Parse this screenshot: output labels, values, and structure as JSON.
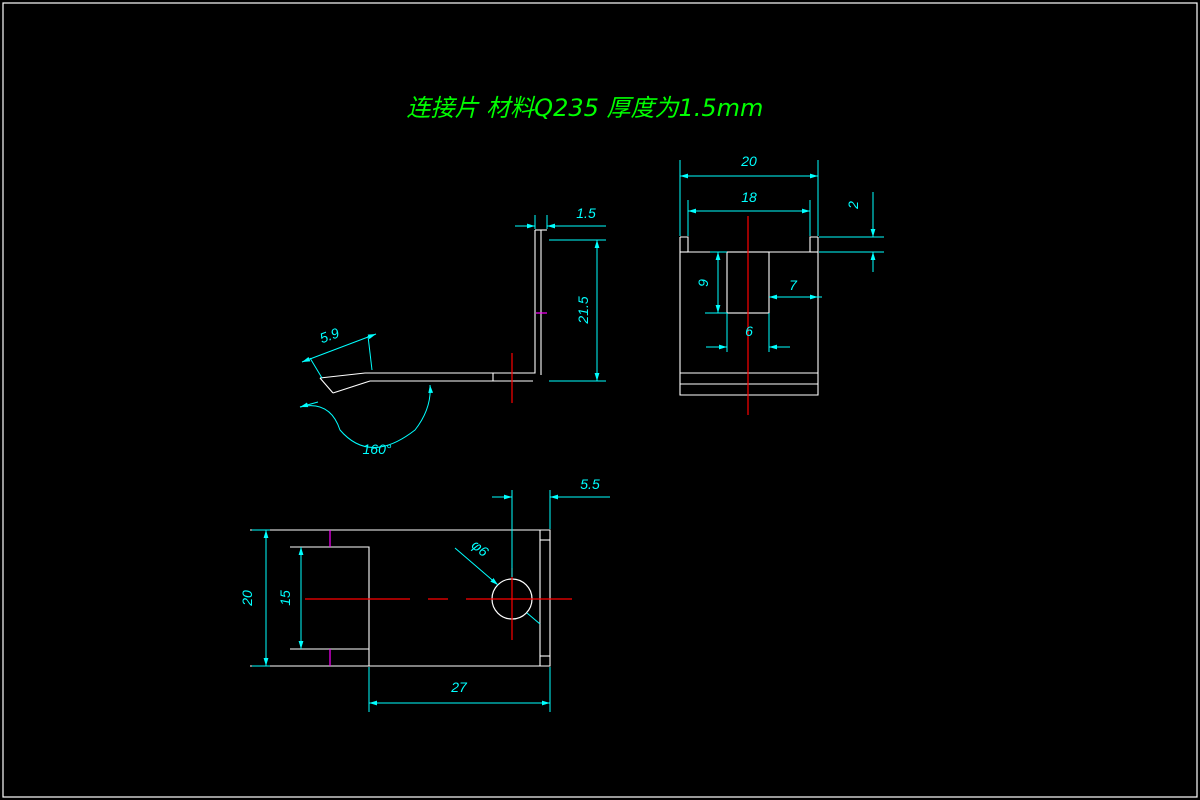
{
  "title": "连接片 材料Q235 厚度为1.5mm",
  "colors": {
    "background": "#000000",
    "frame": "#ffffff",
    "geometry": "#ffffff",
    "dimension": "#00ffff",
    "centerline": "#ff0000",
    "title": "#00ff00",
    "hidden": "#ff00ff"
  },
  "side_view": {
    "dim_thickness": "1.5",
    "dim_height": "21.5",
    "dim_tab": "5.9",
    "dim_angle": "160°"
  },
  "front_view": {
    "dim_width_outer": "20",
    "dim_width_inner": "18",
    "dim_step": "2",
    "dim_slot_height": "9",
    "dim_slot_offset": "7",
    "dim_slot_width": "6"
  },
  "top_view": {
    "dim_hole_offset": "5.5",
    "dim_hole_diameter": "φ6",
    "dim_height_outer": "20",
    "dim_height_inner": "15",
    "dim_length": "27"
  }
}
